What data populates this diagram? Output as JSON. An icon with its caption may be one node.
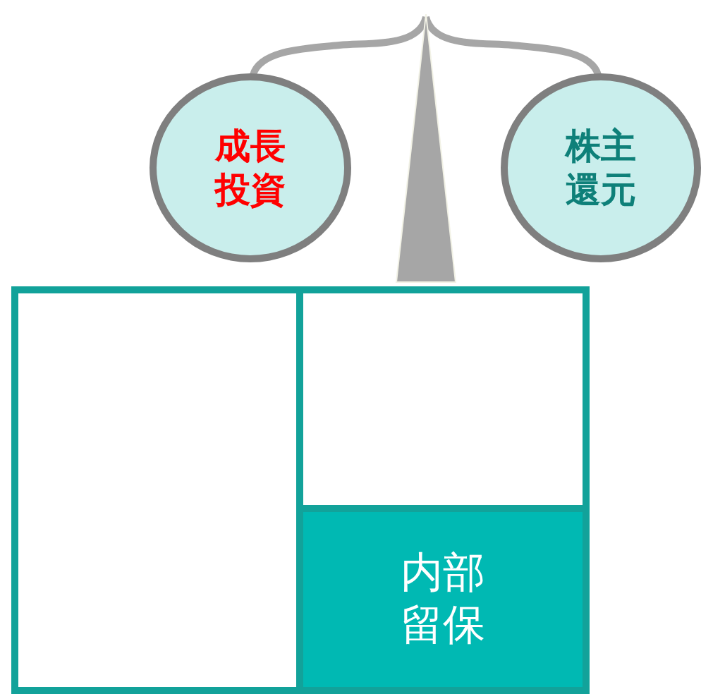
{
  "diagram": {
    "nodes": [
      {
        "text": [
          "成長投資"
        ]
      },
      {
        "text": [
          "株主還元"
        ]
      },
      {
        "text": [],
        "shape": "triangle"
      },
      {
        "text": [],
        "shape": "box"
      },
      {
        "text": [],
        "shape": "box",
        "in": 3
      },
      {
        "text": [],
        "shape": "box",
        "in": 3
      },
      {
        "text": [
          "内部留保"
        ],
        "in": 3
      }
    ],
    "edges": [
      {
        "from": 2,
        "to": 0,
        "arrow": "none"
      },
      {
        "from": 2,
        "to": 1,
        "arrow": "none"
      }
    ]
  }
}
